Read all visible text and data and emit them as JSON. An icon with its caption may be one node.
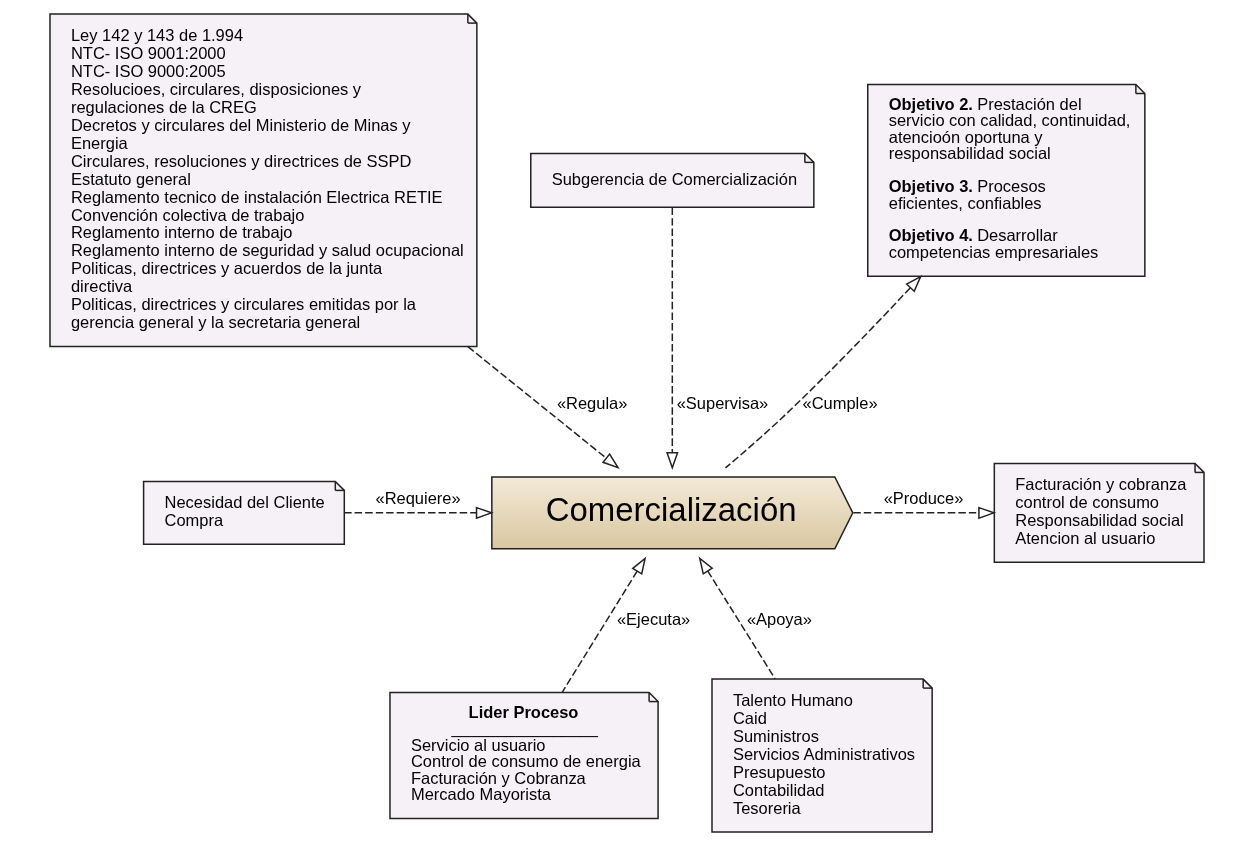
{
  "diagram": {
    "nodes": [
      {
        "text": [
          "Ley 142 y 143 de 1.994",
          "NTC- ISO 9001:2000",
          "NTC- ISO 9000:2005",
          "Resolucioes, circulares, disposiciones y regulaciones de la CREG",
          "Decretos y circulares del Ministerio de Minas y Energia",
          "Circulares, resoluciones y directrices de SSPD",
          "Estatuto general",
          "Reglamento tecnico de instalación Electrica RETIE",
          "Convención colectiva de trabajo",
          "Reglamento interno de trabajo",
          "Reglamento interno de seguridad y salud ocupacional",
          "Politicas, directrices y acuerdos de la junta directiva",
          "Politicas, directrices y circulares emitidas por la gerencia general y la secretaria general"
        ]
      },
      {
        "text": [
          "Subgerencia de Comercialización"
        ]
      },
      {
        "text": [
          "**Objetivo 2.** Prestación del servicio con calidad, continuidad, atencioón oportuna y responsabilidad social",
          "**Objetivo 3.** Procesos eficientes, confiables",
          "**Objetivo 4.** Desarrollar competencias empresariales"
        ]
      },
      {
        "text": [
          "Comercialización"
        ]
      },
      {
        "text": [
          "Necesidad del Cliente",
          "Compra"
        ]
      },
      {
        "text": [
          "Facturación y cobranza",
          "control de consumo",
          "Responsabilidad social",
          "Atencion al usuario"
        ]
      },
      {
        "text": [
          "Lider Proceso",
          "________________",
          "Servicio al usuario",
          "Control de consumo de energia",
          "Facturación y Cobranza",
          "Mercado Mayorista"
        ]
      },
      {
        "text": [
          "Talento Humano",
          "Caid",
          "Suministros",
          "Servicios Administrativos",
          "Presupuesto",
          "Contabilidad",
          "Tesoreria"
        ]
      }
    ],
    "edges": [
      {
        "from": 0,
        "to": 3,
        "arrow": "to",
        "label": "«Regula»",
        "style": "dashed"
      },
      {
        "from": 1,
        "to": 3,
        "arrow": "to",
        "label": "«Supervisa»",
        "style": "dashed"
      },
      {
        "from": 3,
        "to": 2,
        "arrow": "to",
        "label": "«Cumple»",
        "style": "dashed"
      },
      {
        "from": 4,
        "to": 3,
        "arrow": "to",
        "label": "«Requiere»",
        "style": "dashed"
      },
      {
        "from": 3,
        "to": 5,
        "arrow": "to",
        "label": "«Produce»",
        "style": "dashed"
      },
      {
        "from": 6,
        "to": 3,
        "arrow": "to",
        "label": "«Ejecuta»",
        "style": "dashed"
      },
      {
        "from": 7,
        "to": 3,
        "arrow": "to",
        "label": "«Apoya»",
        "style": "dashed"
      }
    ]
  }
}
